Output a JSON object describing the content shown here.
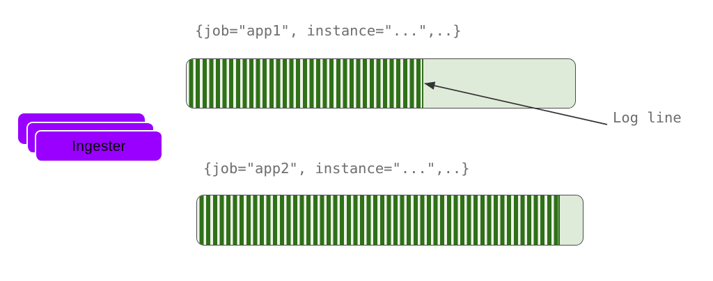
{
  "diagram": {
    "background_color": "#ffffff",
    "ingester": {
      "label": "Ingester",
      "card_color": "#9900ff",
      "text_color": "#000000",
      "card_count": 3
    },
    "streams": [
      {
        "label": "{job=\"app1\", instance=\"...\",..}",
        "label_color": "#6e6e6e",
        "chunk": {
          "fill_ratio_percent": 60,
          "stripe_color": "#2f7019",
          "empty_color": "#dfebd9",
          "border_color": "#4a4a4a"
        }
      },
      {
        "label": "{job=\"app2\", instance=\"...\",..}",
        "label_color": "#6e6e6e",
        "chunk": {
          "fill_ratio_percent": 93,
          "stripe_color": "#2f7019",
          "empty_color": "#dfebd9",
          "border_color": "#4a4a4a"
        }
      }
    ],
    "annotation": {
      "label": "Log line",
      "label_color": "#6e6e6e",
      "arrow_color": "#333333"
    }
  }
}
